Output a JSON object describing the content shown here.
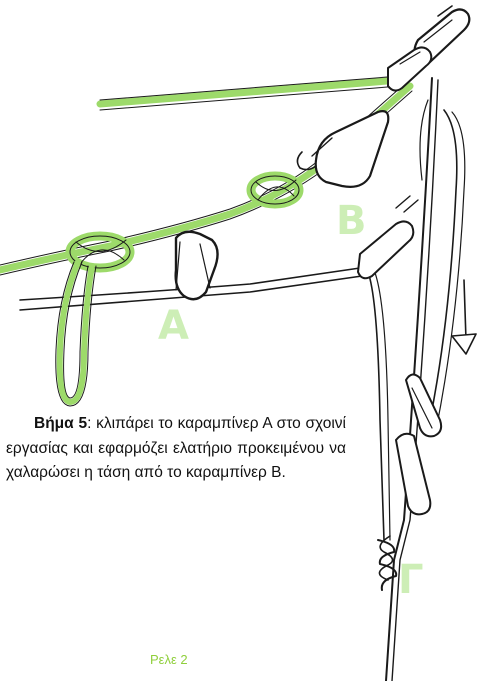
{
  "labels": {
    "a": "A",
    "b": "B",
    "g": "Γ"
  },
  "caption": {
    "step_label": "Βήμα",
    "step_number": "5",
    "text": ": κλιπάρει το καραμπίνερ Α στο σχοινί εργασίας και εφαρμόζει ελατήριο προκειμένου να χαλαρώσει η τάση από το καραμπίνερ Β."
  },
  "footer": {
    "label": "Ρελε 2"
  },
  "colors": {
    "rope_green": "#9dda6a",
    "label_green": "#cdeeb6",
    "footer_green": "#8fcf3c",
    "ink": "#1a1a1a"
  }
}
